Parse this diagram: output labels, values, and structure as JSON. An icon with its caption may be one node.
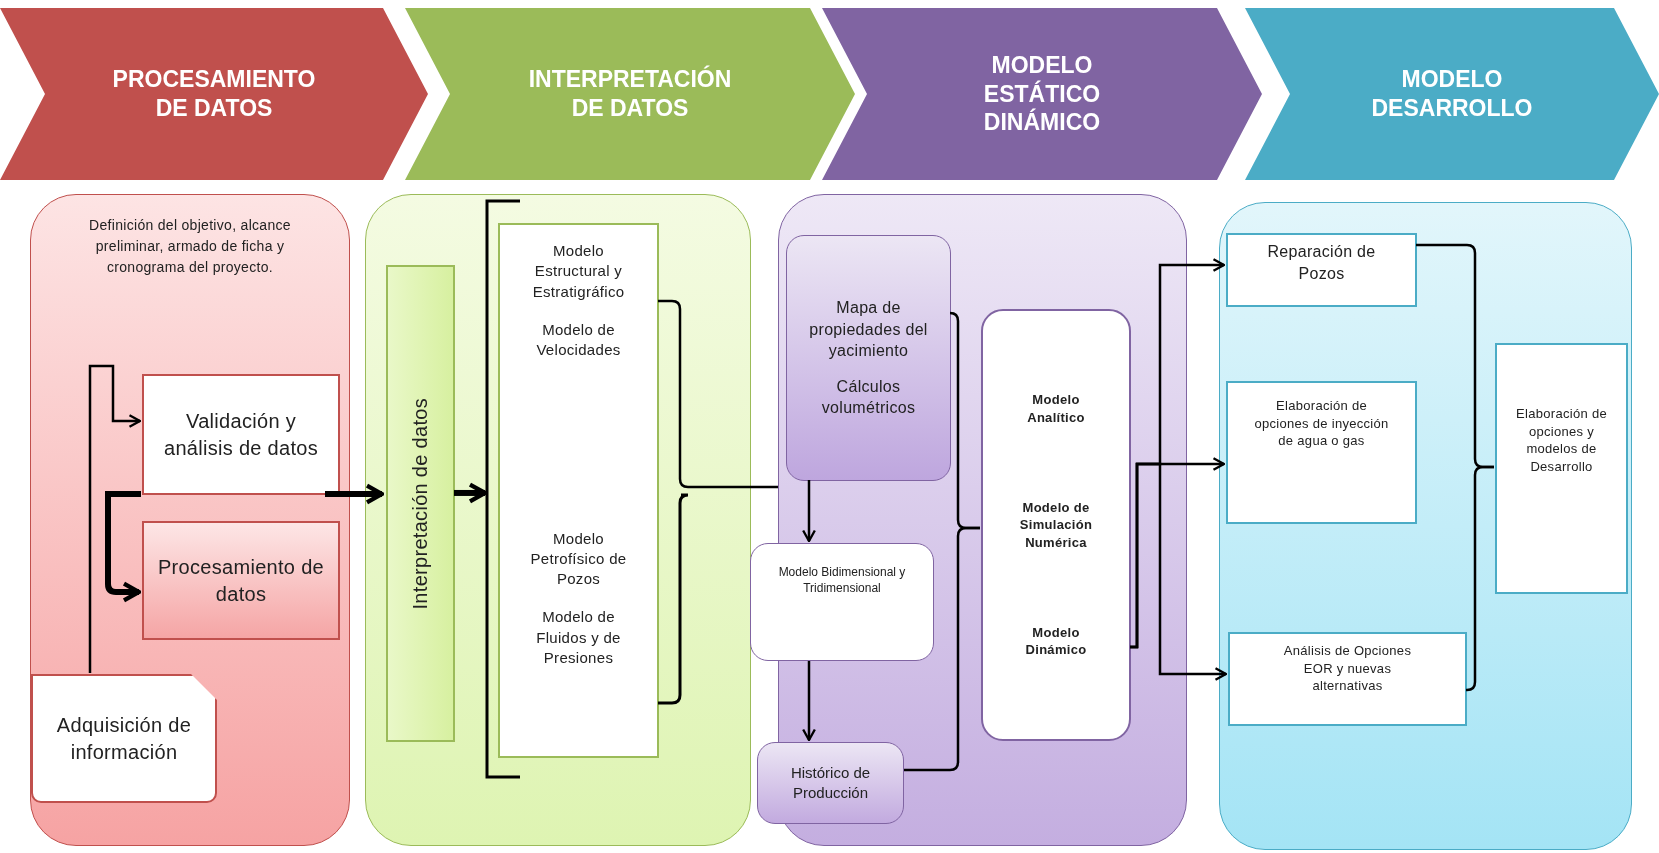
{
  "diagram": {
    "nodes": [
      {
        "text": [
          "PROCESAMIENTO DE DATOS"
        ]
      },
      {
        "text": [
          "INTERPRETACIÓN DE DATOS"
        ]
      },
      {
        "text": [
          "MODELO ESTÁTICO DINÁMICO"
        ]
      },
      {
        "text": [
          "MODELO DESARROLLO"
        ]
      },
      {
        "text": [
          "Definición del objetivo, alcance preliminar, armado de ficha y cronograma del proyecto."
        ]
      },
      {
        "text": [
          "Validación y análisis de datos"
        ],
        "in": 4
      },
      {
        "text": [
          "Procesamiento de datos"
        ],
        "in": 4
      },
      {
        "text": [
          "Adquisición de información"
        ],
        "in": 4
      },
      {
        "text": [],
        "shape": "box"
      },
      {
        "text": [
          "Interpretación de datos"
        ],
        "in": 8
      },
      {
        "text": [
          "Modelo Estructural y Estratigráfico",
          "Modelo de Velocidades",
          "Modelo Petrofísico de Pozos",
          "Modelo de Fluidos y de Presiones"
        ],
        "in": 8
      },
      {
        "text": [],
        "shape": "box"
      },
      {
        "text": [
          "Mapa de propiedades del yacimiento",
          "Cálculos volumétricos"
        ],
        "in": 11
      },
      {
        "text": [
          "Modelo Bidimensional y Tridimensional"
        ]
      },
      {
        "text": [
          "Histórico de Producción"
        ]
      },
      {
        "text": [
          "Modelo Analítico",
          "Modelo de Simulación Numérica",
          "Modelo Dinámico"
        ],
        "in": 11
      },
      {
        "text": [],
        "shape": "box"
      },
      {
        "text": [
          "Reparación de Pozos"
        ],
        "in": 16
      },
      {
        "text": [
          "Elaboración de opciones de inyección de agua o gas"
        ],
        "in": 16
      },
      {
        "text": [
          "Análisis de Opciones EOR y nuevas alternativas"
        ],
        "in": 16
      },
      {
        "text": [
          "Elaboración de opciones y modelos de Desarrollo"
        ],
        "in": 16
      }
    ],
    "edges": [
      {
        "from": 7,
        "to": 5,
        "arrow": "to"
      },
      {
        "from": 5,
        "to": 6,
        "arrow": "to",
        "style": "thick"
      },
      {
        "from": 5,
        "to": 9,
        "arrow": "to",
        "style": "thick"
      },
      {
        "from": 9,
        "to": 10,
        "arrow": "to",
        "style": "thick"
      },
      {
        "from": 10,
        "to": 11,
        "arrow": "none"
      },
      {
        "from": 12,
        "to": 13,
        "arrow": "to"
      },
      {
        "from": 13,
        "to": 14,
        "arrow": "to"
      },
      {
        "from": 12,
        "to": 15,
        "arrow": "none"
      },
      {
        "from": 14,
        "to": 15,
        "arrow": "none"
      },
      {
        "from": 15,
        "to": 17,
        "arrow": "to"
      },
      {
        "from": 15,
        "to": 18,
        "arrow": "to"
      },
      {
        "from": 15,
        "to": 19,
        "arrow": "to"
      },
      {
        "from": 17,
        "to": 20,
        "arrow": "none"
      },
      {
        "from": 19,
        "to": 20,
        "arrow": "none"
      }
    ]
  }
}
